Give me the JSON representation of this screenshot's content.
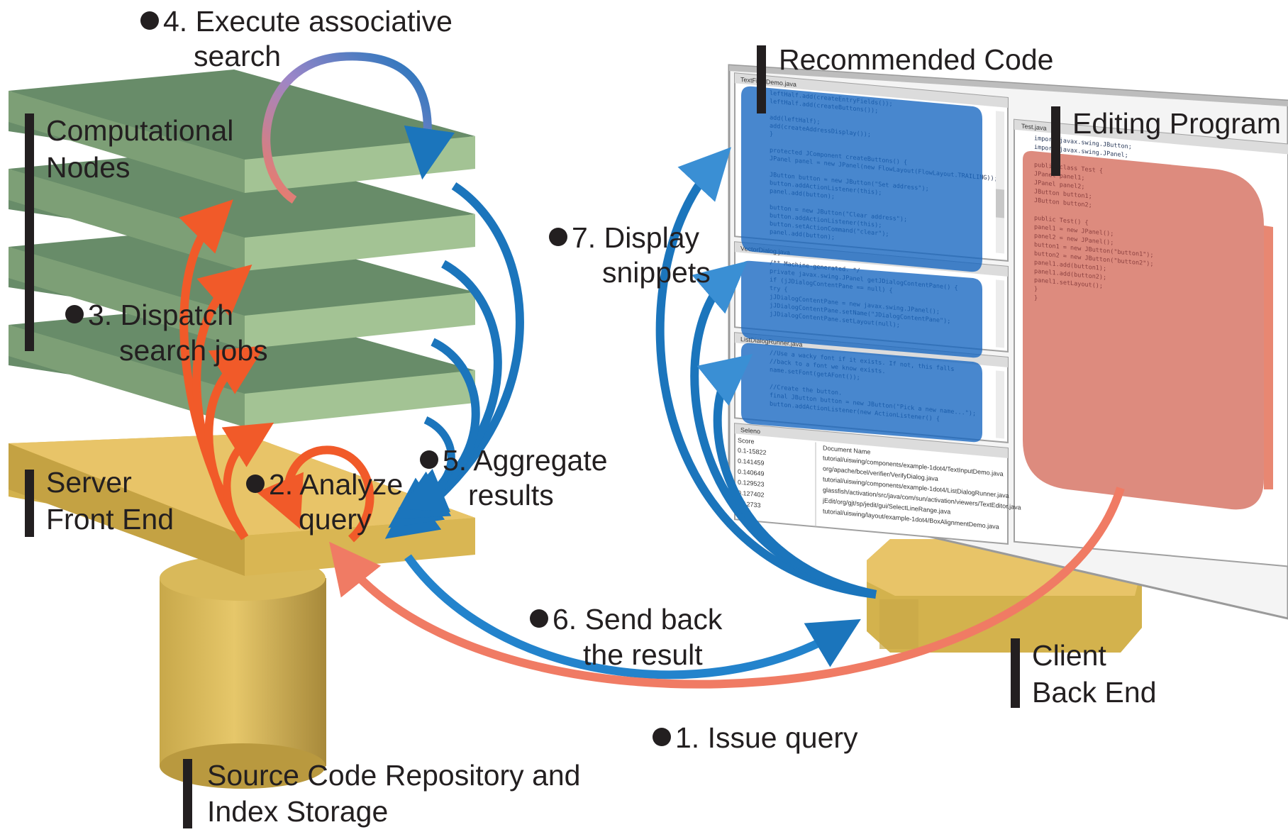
{
  "labels": {
    "computational_nodes": [
      "Computational",
      "Nodes"
    ],
    "server_front_end": [
      "Server",
      "Front End"
    ],
    "repository": [
      "Source Code Repository and",
      "Index Storage"
    ],
    "recommended_code": "Recommended Code",
    "editing_program": "Editing Program",
    "client_back_end": [
      "Client",
      "Back End"
    ]
  },
  "steps": {
    "s1": [
      "1. Issue query"
    ],
    "s2": [
      "2. Analyze",
      "query"
    ],
    "s3": [
      "3. Dispatch",
      "search jobs"
    ],
    "s4": [
      "4. Execute associative",
      "search"
    ],
    "s5": [
      "5. Aggregate",
      "results"
    ],
    "s6": [
      "6. Send back",
      "the result"
    ],
    "s7": [
      "7. Display",
      "snippets"
    ]
  },
  "ide": {
    "tab_text_field": "TextFieldDemo.java",
    "tab_test": "Test.java",
    "tab_vector_dialog": "VectorDialog.java",
    "tab_list_dialog": "ListDialogRunner.java",
    "results_panel_title": "Seleno",
    "results_col_score": "Score",
    "results_col_doc": "Document Name",
    "scores": [
      "0.1-15822",
      "0.141459",
      "0.140649",
      "0.129523",
      "0.127402",
      "0.12733"
    ],
    "docs": [
      "tutorial/uiswing/components/example-1dot4/TextInputDemo.java",
      "org/apache/bcel/verifier/VerifyDialog.java",
      "tutorial/uiswing/components/example-1dot4/ListDialogRunner.java",
      "glassfish/activation/src/java/com/sun/activation/viewers/TextEditor.java",
      "jEdit/org/gjt/sp/jedit/gui/SelectLineRange.java",
      "tutorial/uiswing/layout/example-1dot4/BoxAlignmentDemo.java"
    ],
    "code_snippet_1": [
      "leftHalf.add(createEntryFields());",
      "leftHalf.add(createButtons());",
      "",
      "add(leftHalf);",
      "add(createAddressDisplay());",
      "}",
      "",
      "protected JComponent createButtons() {",
      "  JPanel panel = new JPanel(new FlowLayout(FlowLayout.TRAILING));",
      "",
      "  JButton button = new JButton(\"Set address\");",
      "  button.addActionListener(this);",
      "  panel.add(button);",
      "",
      "  button = new JButton(\"Clear address\");",
      "  button.addActionListener(this);",
      "  button.setActionCommand(\"clear\");",
      "  panel.add(button);"
    ],
    "code_snippet_2": [
      "/** Machine-generated. */",
      "private javax.swing.JPanel getJDialogContentPane() {",
      "  if (jJDialogContentPane == null) {",
      "    try {",
      "      jJDialogContentPane = new javax.swing.JPanel();",
      "      jJDialogContentPane.setName(\"JDialogContentPane\");",
      "      jJDialogContentPane.setLayout(null);"
    ],
    "code_snippet_3": [
      "//Use a wacky font if it exists. If not, this falls",
      "//back to a font we know exists.",
      "name.setFont(getAFont());",
      "",
      "//Create the button.",
      "final JButton button = new JButton(\"Pick a new name...\");",
      "button.addActionListener(new ActionListener() {"
    ],
    "code_editing": [
      "import javax.swing.JButton;",
      "import javax.swing.JPanel;",
      "",
      "public class Test {",
      "  JPanel panel1;",
      "  JPanel panel2;",
      "  JButton button1;",
      "  JButton button2;",
      "",
      "  public Test() {",
      "    panel1 = new JPanel();",
      "    panel2 = new JPanel();",
      "    button1 = new JButton(\"button1\");",
      "    button2 = new JButton(\"button2\");",
      "    panel1.add(button1);",
      "    panel1.add(button2);",
      "    panel1.setLayout();",
      "  }",
      "}"
    ]
  },
  "colors": {
    "node_top": "#95b588",
    "node_side": "#688c69",
    "node_front": "#a3c394",
    "gold": "#e8c468",
    "gold_dark": "#b79b3c",
    "arrow_orange": "#f15a29",
    "arrow_salmon": "#f07b64",
    "arrow_blue": "#1b75bc",
    "arrow_blue_light": "#3a8fd4",
    "highlight_blue": "#1565c0",
    "highlight_red": "#c8432e",
    "label_bar": "#231f20"
  }
}
